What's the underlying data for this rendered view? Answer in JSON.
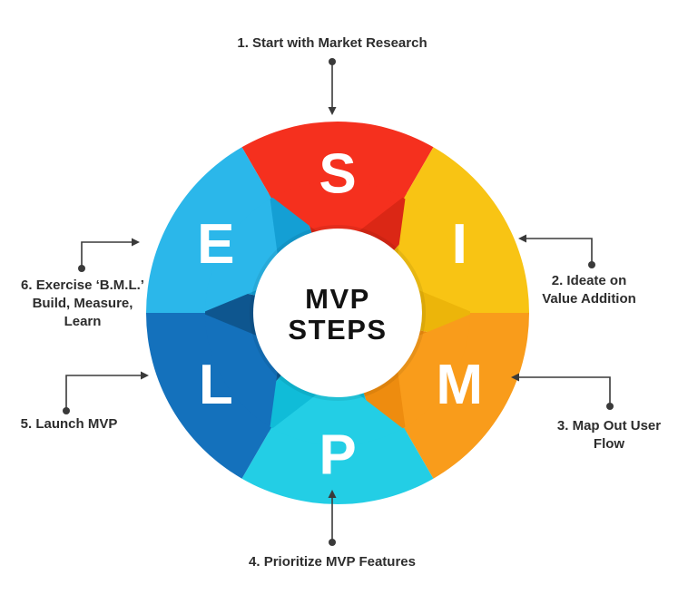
{
  "wheel": {
    "center_label": {
      "line1": "MVP",
      "line2": "STEPS"
    },
    "segments": [
      {
        "letter": "S",
        "color": "#F5301E",
        "dark": "#DB2715"
      },
      {
        "letter": "I",
        "color": "#F8C414",
        "dark": "#ECB50A"
      },
      {
        "letter": "M",
        "color": "#F99C1B",
        "dark": "#EE8C0F"
      },
      {
        "letter": "P",
        "color": "#23CEE5",
        "dark": "#10BCD8"
      },
      {
        "letter": "L",
        "color": "#1471BC",
        "dark": "#0E568F"
      },
      {
        "letter": "E",
        "color": "#2BB7EA",
        "dark": "#149FD4"
      }
    ]
  },
  "labels": [
    {
      "id": "1",
      "lines": [
        "1. Start with Market Research"
      ]
    },
    {
      "id": "2",
      "lines": [
        "2. Ideate on",
        "Value Addition"
      ]
    },
    {
      "id": "3",
      "lines": [
        "3. Map Out User",
        "Flow"
      ]
    },
    {
      "id": "4",
      "lines": [
        "4. Prioritize MVP Features"
      ]
    },
    {
      "id": "5",
      "lines": [
        "5. Launch MVP"
      ]
    },
    {
      "id": "6",
      "lines": [
        "6. Exercise ‘B.M.L.’",
        "Build, Measure,",
        "Learn"
      ]
    }
  ],
  "colors": {
    "background": "#ffffff",
    "label_text": "#2d2d2d",
    "arrow": "#3a3a3a",
    "center_text": "#121212",
    "letter_text": "#ffffff",
    "center_circle": "#ffffff"
  }
}
